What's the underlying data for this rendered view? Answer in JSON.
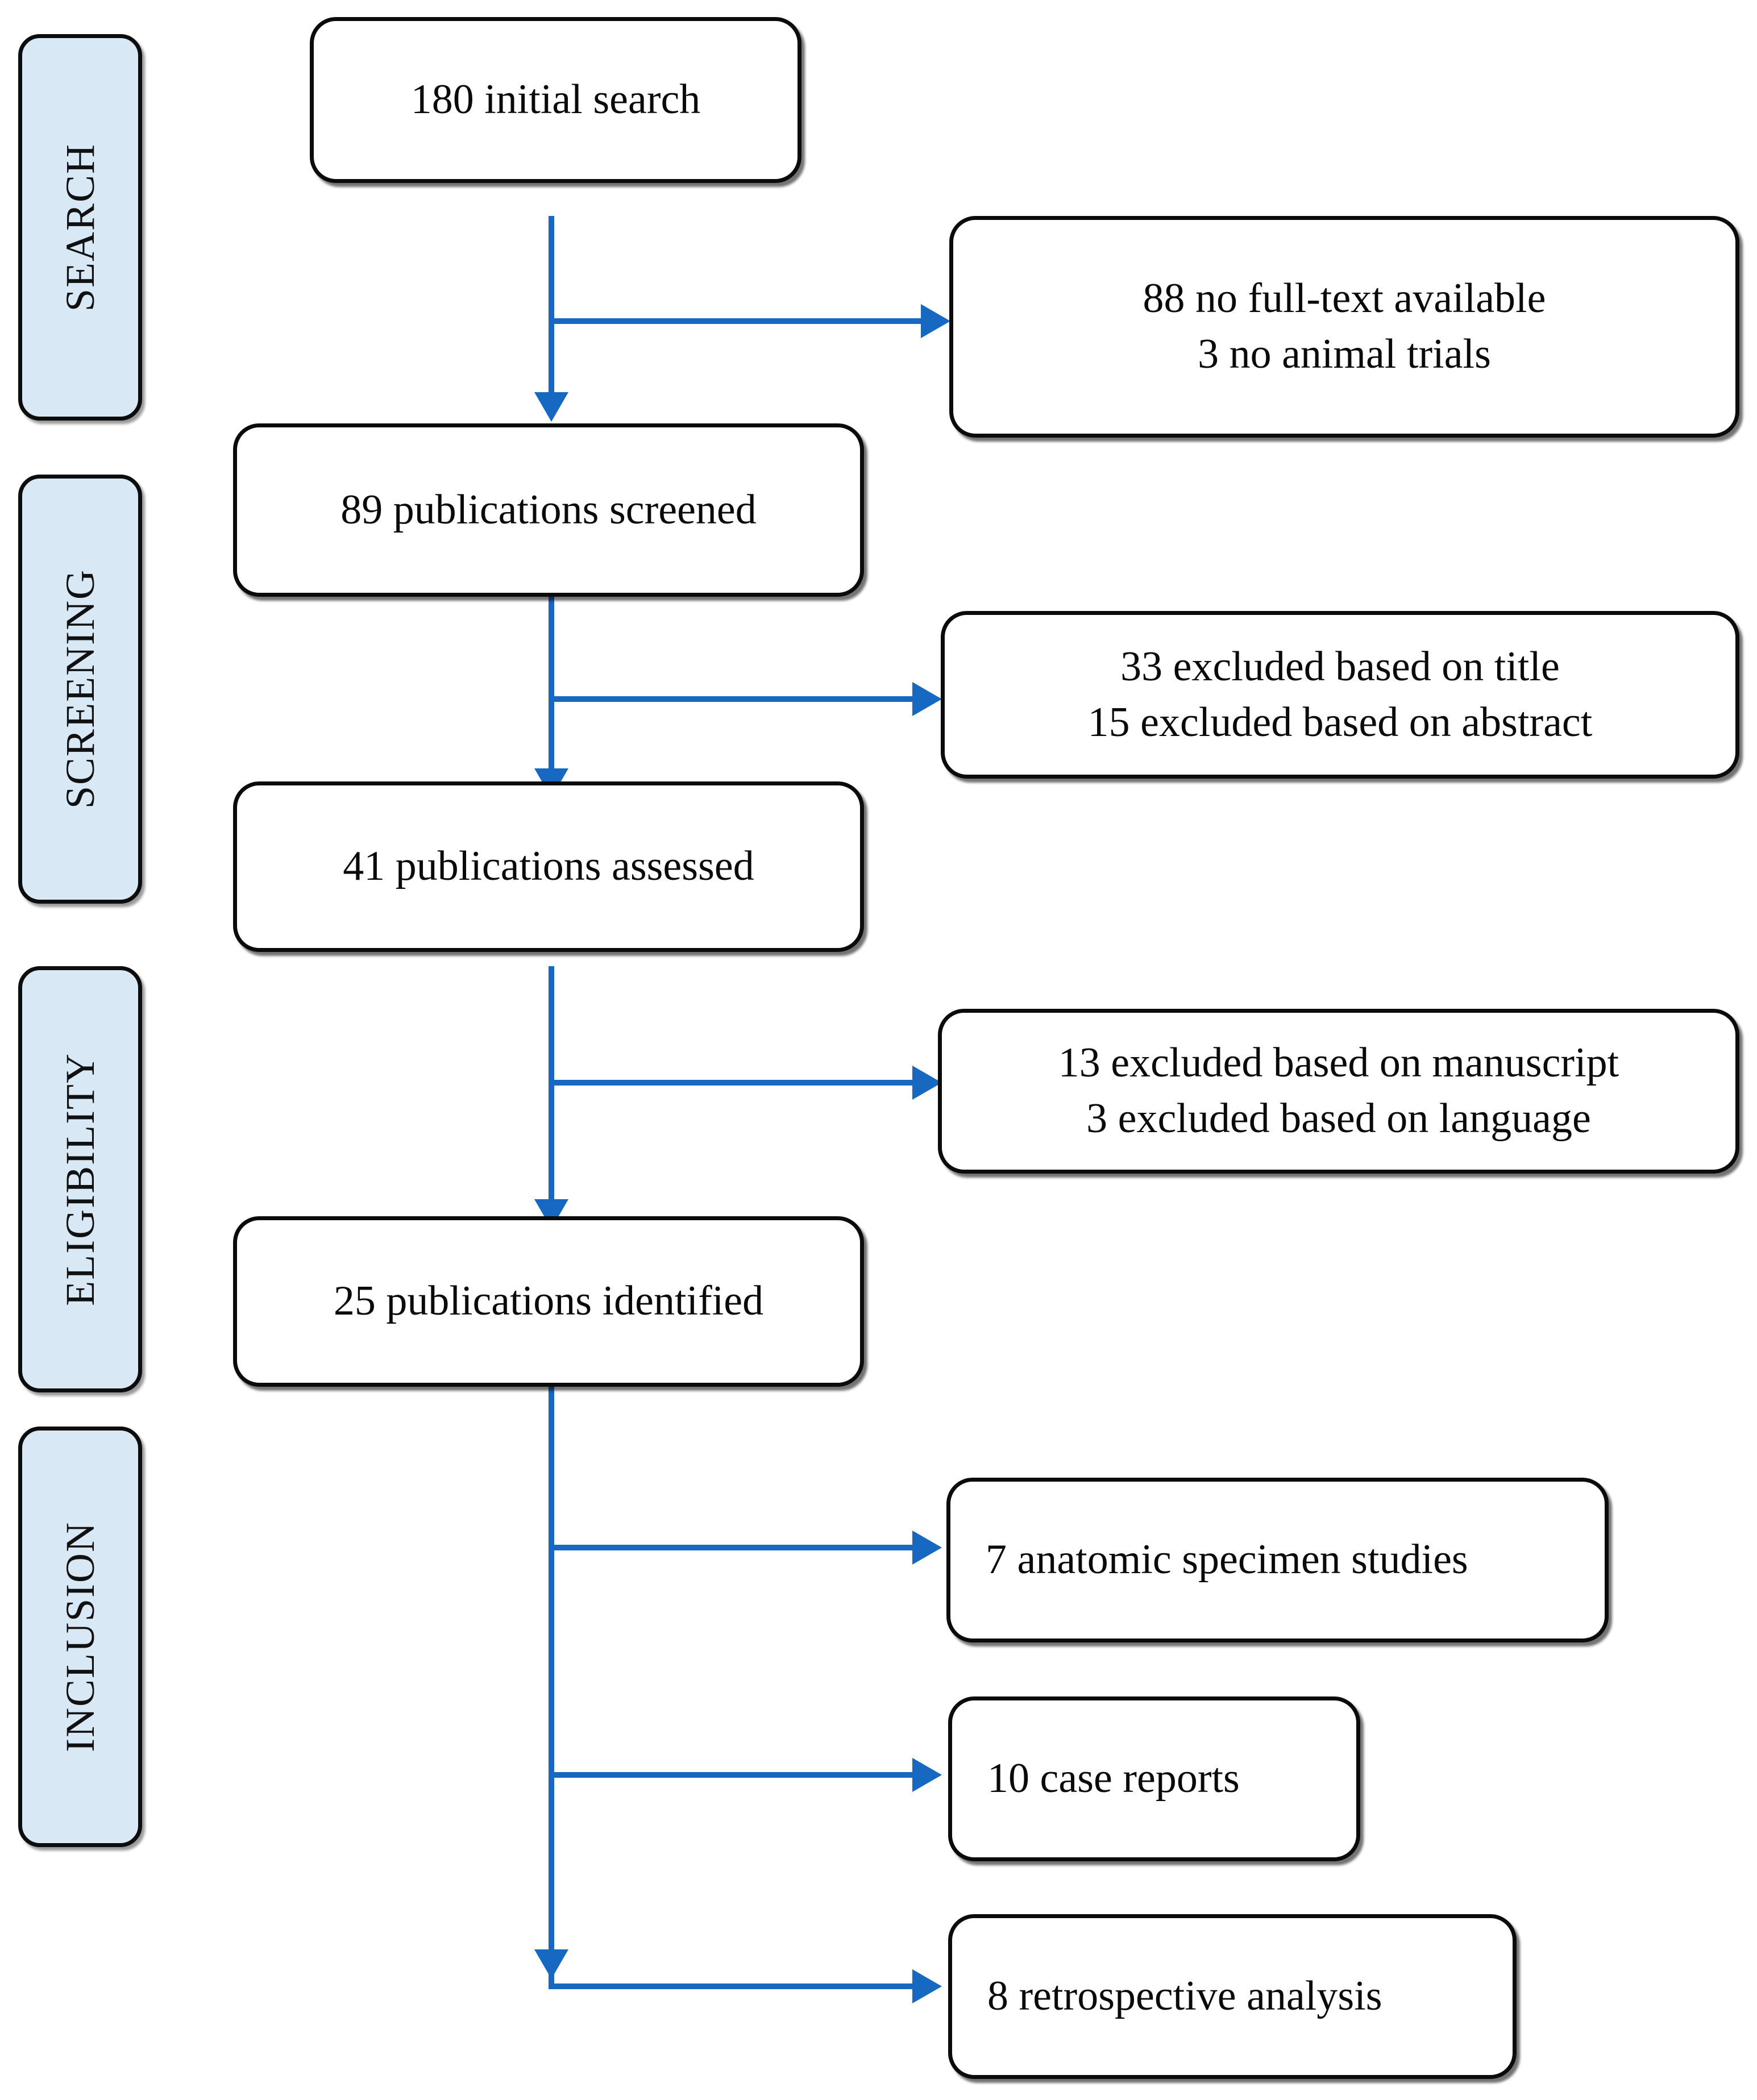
{
  "diagram": {
    "type": "prisma-flow-diagram",
    "accent_color": "#1668c1",
    "stage_fill_color": "#d9e8f5",
    "box_border_color": "#0b0b0b"
  },
  "stages": [
    {
      "label": "SEARCH"
    },
    {
      "label": "SCREENING"
    },
    {
      "label": "ELIGIBILITY"
    },
    {
      "label": "INCLUSION"
    }
  ],
  "flow": {
    "identification": {
      "label": "180 initial search",
      "count": 180
    },
    "screened": {
      "label": "89 publications screened",
      "count": 89
    },
    "assessed": {
      "label": "41 publications assessed",
      "count": 41
    },
    "identified": {
      "label": "25 publications identified",
      "count": 25
    }
  },
  "exclusions": {
    "search": {
      "line1": "88 no full-text available",
      "line2": "3 no animal trials"
    },
    "screening": {
      "line1": "33 excluded based on title",
      "line2": "15 excluded based on abstract"
    },
    "eligibility": {
      "line1": "13 excluded based on manuscript",
      "line2": "3 excluded based on language"
    }
  },
  "inclusion_outcomes": [
    {
      "label": "7 anatomic specimen studies"
    },
    {
      "label": "10 case reports"
    },
    {
      "label": "8 retrospective analysis"
    }
  ]
}
